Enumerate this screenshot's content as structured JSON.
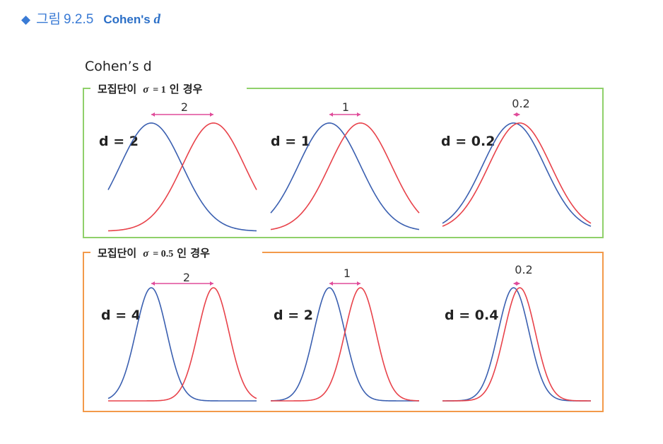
{
  "figure": {
    "caption_prefix": "그림",
    "caption_number": "9.2.5",
    "caption_title": "Cohen's",
    "caption_title_var": "d"
  },
  "diagram": {
    "title": "Cohen’s d",
    "colors": {
      "group_a": "#3a5fb0",
      "group_b": "#e8424a",
      "arrow": "#e04c9a",
      "frame_top": "#8fd06a",
      "frame_bottom": "#f39a4a"
    },
    "groups": [
      {
        "label_prefix": "모집단이",
        "sigma_symbol": "σ",
        "sigma_value": "= 1",
        "label_suffix": "인 경우",
        "sigma": 1,
        "panels": [
          {
            "d_label": "d = 2",
            "diff_label": "2",
            "mean_diff": 2
          },
          {
            "d_label": "d = 1",
            "diff_label": "1",
            "mean_diff": 1
          },
          {
            "d_label": "d = 0.2",
            "diff_label": "0.2",
            "mean_diff": 0.2
          }
        ]
      },
      {
        "label_prefix": "모집단이",
        "sigma_symbol": "σ",
        "sigma_value": "= 0.5",
        "label_suffix": "인 경우",
        "sigma": 0.5,
        "panels": [
          {
            "d_label": "d = 4",
            "diff_label": "2",
            "mean_diff": 2
          },
          {
            "d_label": "d = 2",
            "diff_label": "1",
            "mean_diff": 1
          },
          {
            "d_label": "d = 0.4",
            "diff_label": "0.2",
            "mean_diff": 0.2
          }
        ]
      }
    ]
  }
}
